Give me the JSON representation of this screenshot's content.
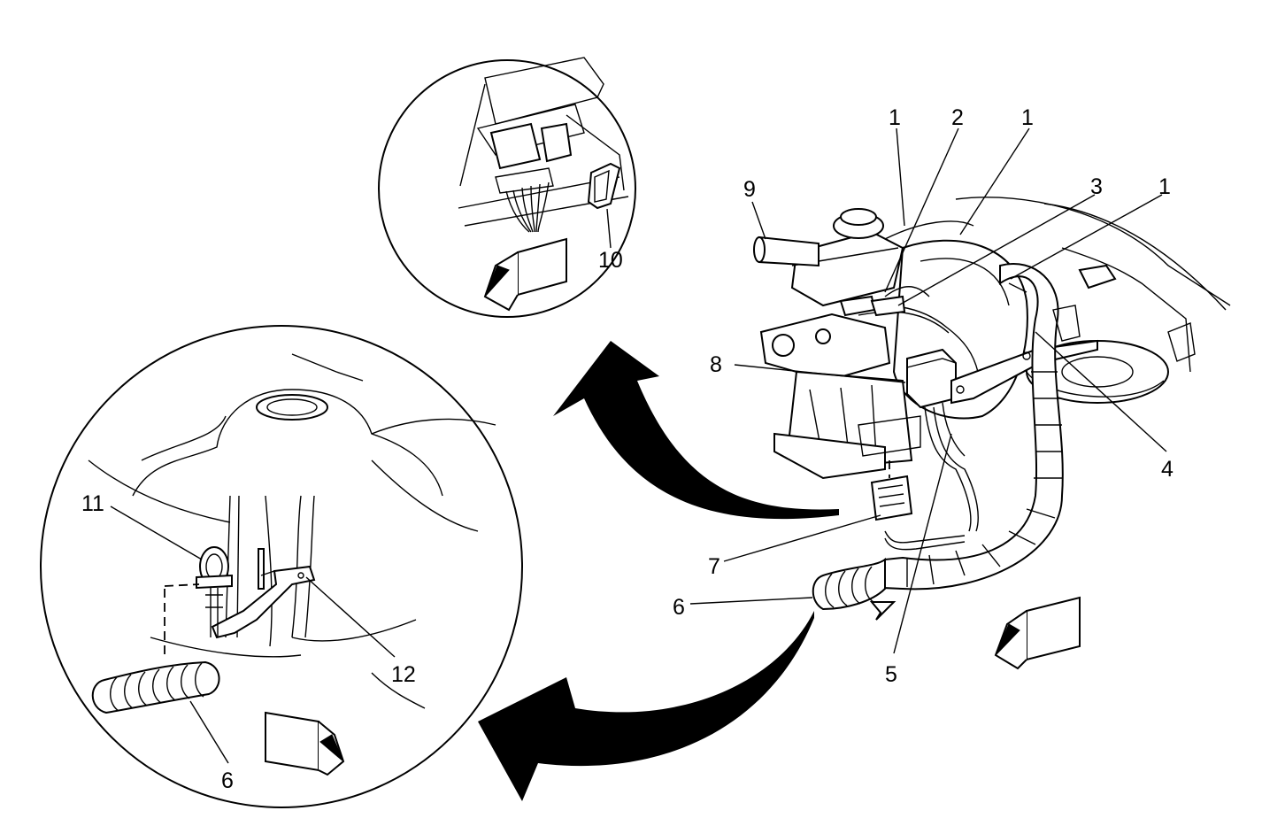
{
  "callouts": {
    "c1a": "1",
    "c1b": "1",
    "c1c": "1",
    "c2": "2",
    "c3": "3",
    "c4": "4",
    "c5": "5",
    "c6a": "6",
    "c6b": "6",
    "c7": "7",
    "c8": "8",
    "c9": "9",
    "c10": "10",
    "c11": "11",
    "c12": "12"
  },
  "icons": {
    "view_arrows": "front-of-vehicle-arrow-icon",
    "pointer_arrows": "detail-pointer-arrow-icon"
  },
  "colors": {
    "ink": "#000000",
    "paper": "#ffffff"
  }
}
